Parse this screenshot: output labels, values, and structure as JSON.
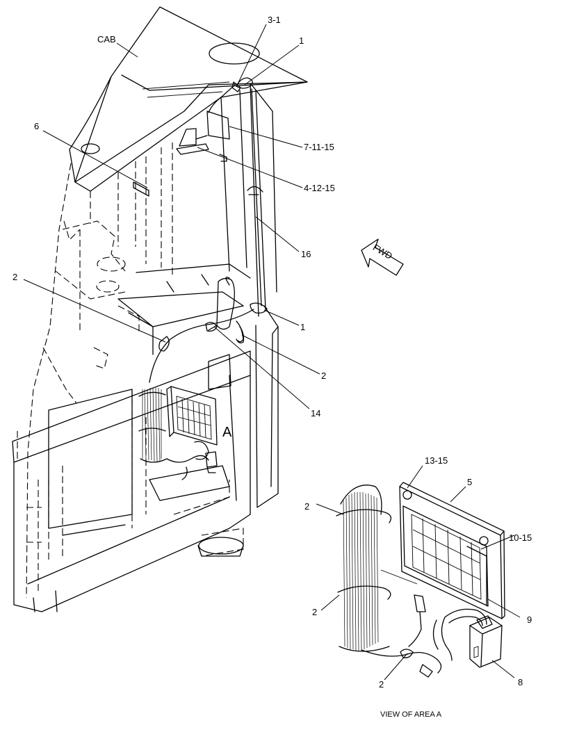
{
  "labels": {
    "cab": "CAB",
    "l_3_1": "3-1",
    "l_1_top": "1",
    "l_6": "6",
    "l_7_11_15": "7-11-15",
    "l_4_12_15": "4-12-15",
    "l_16": "16",
    "l_fwd": "FWD",
    "l_2_left": "2",
    "l_1_mid": "1",
    "l_2_mid": "2",
    "l_14": "14",
    "l_a": "A",
    "l_13_15": "13-15",
    "l_5": "5",
    "l_2_d1": "2",
    "l_10_15": "10-15",
    "l_2_d2": "2",
    "l_9": "9",
    "l_2_d3": "2",
    "l_8": "8",
    "view_caption": "VIEW OF AREA A"
  }
}
